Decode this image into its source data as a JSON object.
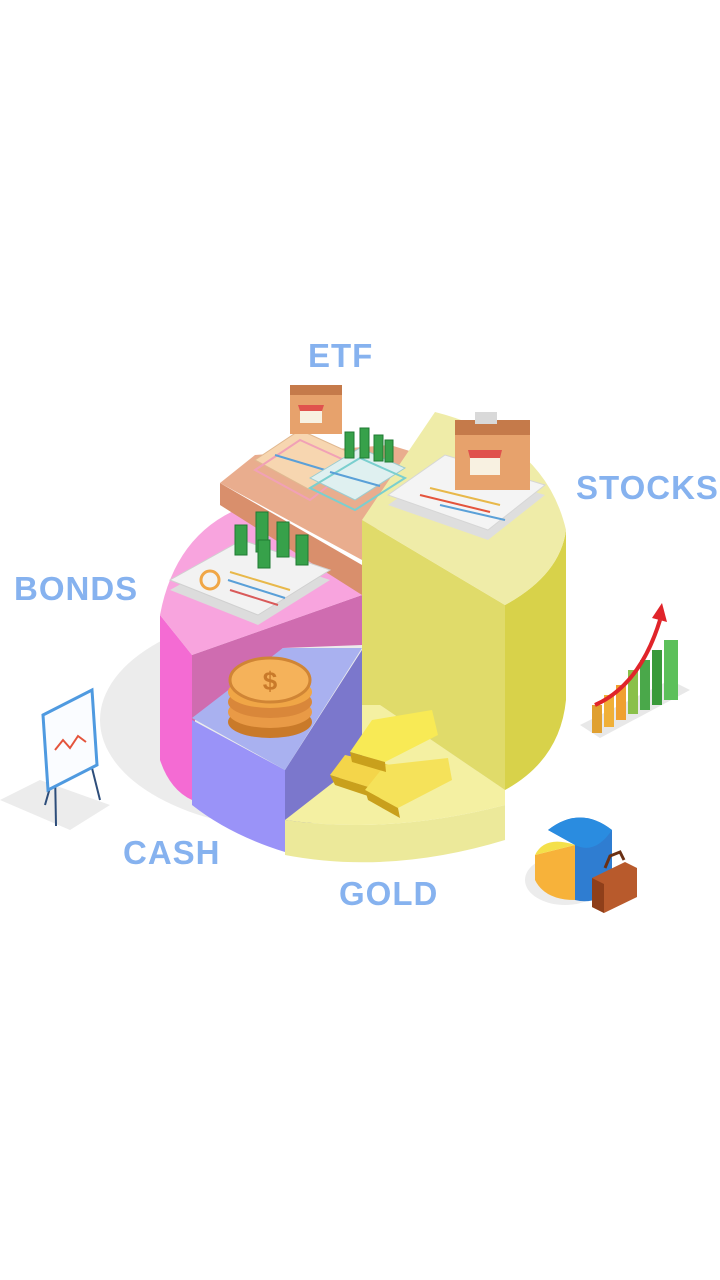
{
  "segments": [
    {
      "id": "etf",
      "label": "ETF",
      "color": "#e9ad8e"
    },
    {
      "id": "stocks",
      "label": "STOCKS",
      "color": "#f0ec9a"
    },
    {
      "id": "bonds",
      "label": "BONDS",
      "color": "#f7a4dc"
    },
    {
      "id": "cash",
      "label": "CASH",
      "color": "#9891f5"
    },
    {
      "id": "gold",
      "label": "GOLD",
      "color": "#f3ee90"
    }
  ],
  "colors": {
    "label_text": "#86b2ef",
    "arrow": "#e0242a",
    "money_green": "#37a14a",
    "coin_gold": "#f0a646"
  },
  "icons": [
    "flipchart-icon",
    "growth-chart-icon",
    "pie-chart-icon",
    "briefcase-icon",
    "store-icon",
    "money-stack-icon",
    "coin-stack-icon",
    "gold-bars-icon",
    "report-document-icon"
  ]
}
